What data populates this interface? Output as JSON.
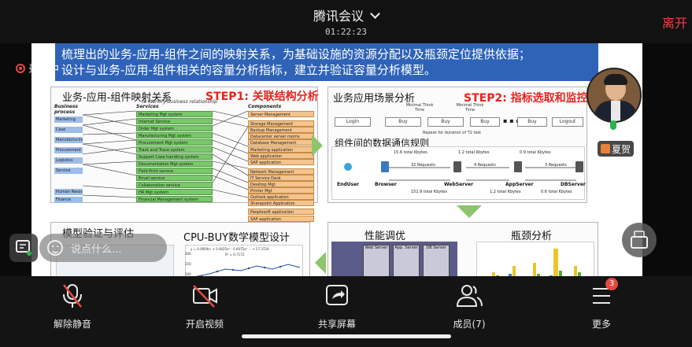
{
  "app": {
    "meeting_title": "腾讯会议",
    "timer": "01:22:23",
    "leave_label": "离开",
    "recording_label": "录制中"
  },
  "slide": {
    "header_line1": "梳理出的业务-应用-组件之间的映射关系，为基础设施的资源分配以及瓶颈定位提供依据；",
    "header_line2": "设计与业务-应用-组件相关的容量分析指标，建立并验证容量分析模型。",
    "mapping": {
      "title": "业务-应用-组件映射关系",
      "step": "STEP1: 关联结构分析",
      "note": "to identify business relationship",
      "col_business": "Business process",
      "col_services": "Services",
      "col_components": "Components",
      "business": [
        "Marketing",
        "Case",
        "Manufacturing",
        "Procurement",
        "Logistics",
        "Service",
        "Human Resources",
        "Finance"
      ],
      "services": [
        "Marketing Mgt system",
        "Internet Service",
        "Order Mgt system",
        "Manufacturing Mgt system",
        "Procurement Mgt system",
        "Track and Trace system",
        "Support Case handling system",
        "Documentation Mgt system",
        "Field Print service",
        "Email service",
        "Collaboration service",
        "HR Mgt system",
        "Financial Management system"
      ],
      "components": [
        "Server Management",
        "Storage Management",
        "Backup Management",
        "Datacenter server rooms",
        "Database Management",
        "Marketing application",
        "Web application",
        "SAP application",
        "Network Management",
        "IT Service Desk",
        "Desktop Mgt",
        "Printer Mgt",
        "Outlook application",
        "Sharepoint Application",
        "Peoplesoft application",
        "SAP application"
      ]
    },
    "scenario": {
      "title": "业务应用场景分析",
      "step": "STEP2: 指标选取和监控",
      "think_time_1": "Minimal Think Time",
      "think_time_2": "Minimal Think Time",
      "flow": [
        "Login",
        "Buy",
        "Buy",
        "Buy",
        "Buy",
        "Logout"
      ],
      "ellipsis": "▪ ▪ ▪",
      "repeat_note": "Repeat for duration of T2 test"
    },
    "comm": {
      "title": "组件间的数据通信规则",
      "nodes": [
        "EndUser",
        "Browser",
        "WebServer",
        "AppServer",
        "DBServer"
      ],
      "notes": [
        "15.6 total Kbytes",
        "32 Requests",
        "151.9 total Kbytes",
        "1.2 total Kbytes",
        "4 Requests",
        "1.2 total Kbytes",
        "0.9 total Kbytes",
        "3 Requests",
        "0.6 total Kbytes"
      ]
    },
    "eval": {
      "title": "模型验证与评估",
      "cpu_title": "CPU-BUY数学模型设计",
      "formula": "y = 0.0009x² + 0.0025x³ - 0.0075x² ... + 27.3724",
      "r2": "R² = 0.7172",
      "yticks": [
        "300",
        "250",
        "200"
      ]
    },
    "perf": {
      "title": "性能调优",
      "servers": [
        "Web Server",
        "App. Server",
        "DB Server"
      ],
      "bottleneck_title": "瓶颈分析"
    }
  },
  "participant": {
    "name": "夏贺"
  },
  "comment": {
    "placeholder": "说点什么..."
  },
  "toolbar": {
    "unmute": "解除静音",
    "video": "开启视频",
    "share": "共享屏幕",
    "members": "成员(7)",
    "more": "更多",
    "more_badge": "3"
  },
  "colors": {
    "accent_red": "#e5493f",
    "slide_header": "#2e63b8",
    "step_red": "#e8231e",
    "arrow_green": "#8cc56c"
  }
}
